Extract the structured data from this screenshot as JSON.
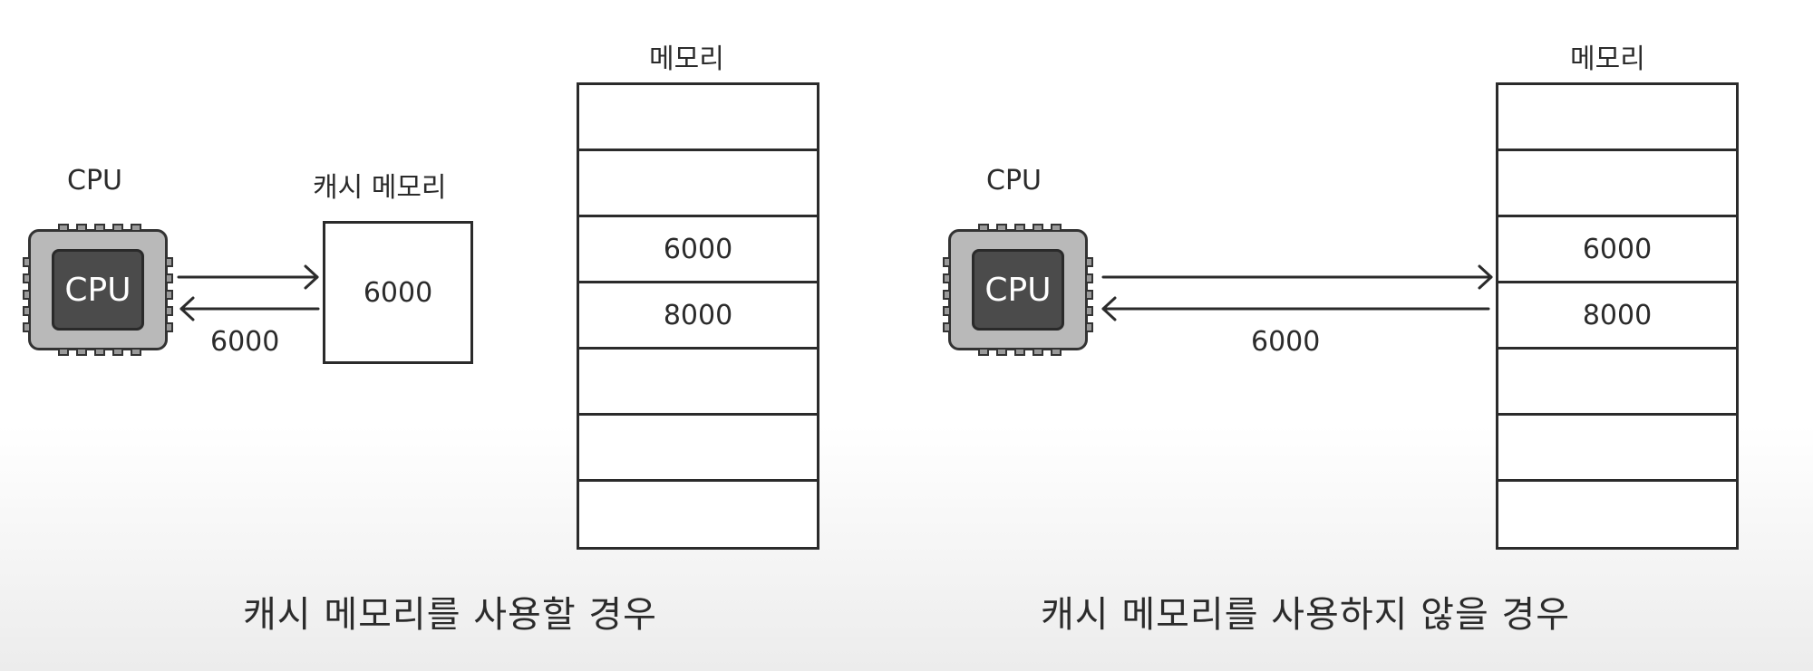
{
  "left_panel": {
    "cpu_label": "CPU",
    "cpu_chip_text": "CPU",
    "cache_label": "캐시 메모리",
    "cache_value": "6000",
    "return_value": "6000",
    "memory_label": "메모리",
    "memory_cells": [
      "",
      "",
      "6000",
      "8000",
      "",
      "",
      ""
    ],
    "caption": "캐시 메모리를 사용할 경우"
  },
  "right_panel": {
    "cpu_label": "CPU",
    "cpu_chip_text": "CPU",
    "return_value": "6000",
    "memory_label": "메모리",
    "memory_cells": [
      "",
      "",
      "6000",
      "8000",
      "",
      "",
      ""
    ],
    "caption": "캐시 메모리를 사용하지 않을 경우"
  },
  "colors": {
    "chip_body": "#b9b9b9",
    "chip_core": "#4b4b4b",
    "stroke": "#2b2b2b"
  }
}
